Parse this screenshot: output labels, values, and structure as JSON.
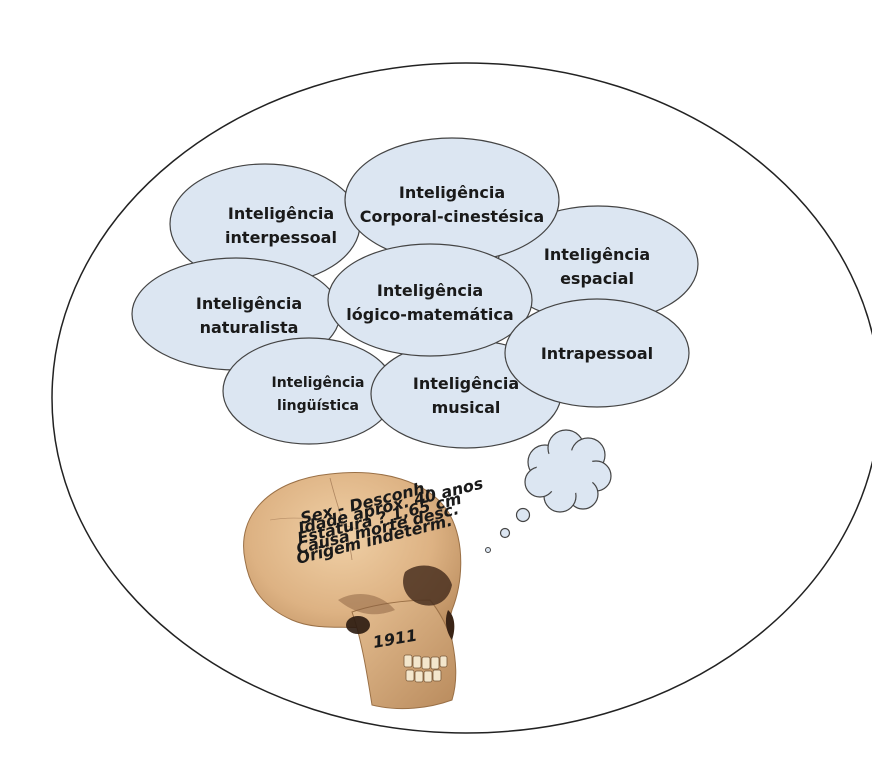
{
  "bubbles": {
    "interpessoal": [
      "Inteligência",
      "interpessoal"
    ],
    "corporal": [
      "Inteligência",
      "Corporal-cinestésica"
    ],
    "espacial": [
      "Inteligência",
      "espacial"
    ],
    "naturalista": [
      "Inteligência",
      "naturalista"
    ],
    "logico": [
      "Inteligência",
      "lógico-matemática"
    ],
    "intrapessoal": [
      "Intrapessoal"
    ],
    "linguistica": [
      "Inteligência",
      "lingüística"
    ],
    "musical": [
      "Inteligência",
      "musical"
    ]
  },
  "skull_notes": [
    "Sex - Desconh.",
    "Idade aprox. 40 anos",
    "Estatura ? 1,65 cm",
    "Causa morte desc.",
    "Origem indeterm.",
    "1911"
  ],
  "colors": {
    "bubble_fill": "#dce6f2",
    "bubble_stroke": "#444444",
    "circle_stroke": "#222222",
    "bone": "#e2b98a"
  }
}
